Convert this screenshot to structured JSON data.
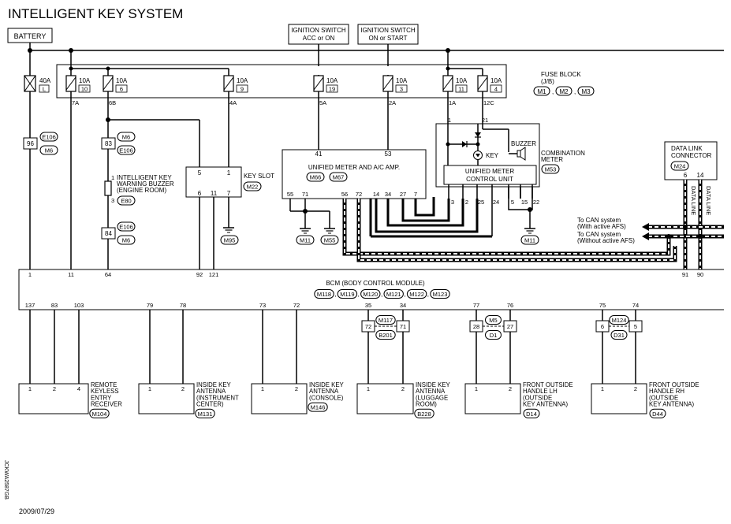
{
  "title": "INTELLIGENT KEY SYSTEM",
  "date": "2009/07/29",
  "image_code": "JCKWA2587GB",
  "sources": {
    "battery": "BATTERY",
    "ign_acc": [
      "IGNITION SWITCH",
      "ACC or ON"
    ],
    "ign_on": [
      "IGNITION SWITCH",
      "ON or START"
    ]
  },
  "fuse_block": {
    "label": [
      "FUSE BLOCK",
      "(J/B)"
    ],
    "connectors": [
      "M1",
      "M2",
      "M3"
    ],
    "fuses": [
      {
        "amp": "40A",
        "id": "L",
        "term": ""
      },
      {
        "amp": "10A",
        "id": "10",
        "term": "7A"
      },
      {
        "amp": "10A",
        "id": "6",
        "term": "6B"
      },
      {
        "amp": "10A",
        "id": "9",
        "term": "4A"
      },
      {
        "amp": "10A",
        "id": "19",
        "term": "5A"
      },
      {
        "amp": "10A",
        "id": "3",
        "term": "2A"
      },
      {
        "amp": "10A",
        "id": "11",
        "term": "1A"
      },
      {
        "amp": "10A",
        "id": "4",
        "term": "12C"
      }
    ]
  },
  "battery_conn": {
    "pin": "96",
    "ids": [
      "E106",
      "M6"
    ]
  },
  "buzzer": {
    "label": [
      "INTELLIGENT KEY",
      "WARNING BUZZER",
      "(ENGINE ROOM)"
    ],
    "conn": "E80",
    "pin_top": "1",
    "pin_bottom": "3",
    "upper_conn": {
      "pin": "83",
      "ids": [
        "M6",
        "E106"
      ]
    },
    "lower_conn": {
      "pin": "84",
      "ids": [
        "E106",
        "M6"
      ]
    }
  },
  "key_slot": {
    "label": "KEY SLOT",
    "conn": "M22",
    "pins": [
      "5",
      "1",
      "6",
      "11",
      "7"
    ],
    "ground": "M95"
  },
  "unified_meter": {
    "label": "UNIFIED METER AND A/C AMP.",
    "conns": [
      "M66",
      "M67"
    ],
    "top_pins": [
      "41",
      "53"
    ],
    "bottom_pins": [
      "55",
      "71",
      "56",
      "72",
      "14",
      "34",
      "27",
      "7"
    ],
    "grounds": [
      "M11",
      "M55"
    ]
  },
  "combination_meter": {
    "label": [
      "COMBINATION",
      "METER"
    ],
    "conn": "M53",
    "buzzer": "BUZZER",
    "key": "KEY",
    "unit": [
      "UNIFIED METER",
      "CONTROL UNIT"
    ],
    "top_pins": [
      "1",
      "21"
    ],
    "bottom_pins": [
      "3",
      "2",
      "25",
      "24",
      "5",
      "15",
      "22"
    ],
    "ground": "M11"
  },
  "dlc": {
    "label": [
      "DATA LINK",
      "CONNECTOR"
    ],
    "conn": "M24",
    "pins": [
      "6",
      "14"
    ],
    "line": "DATA LINE"
  },
  "can": {
    "with_afs": [
      "To CAN system",
      "(With active AFS)"
    ],
    "without_afs": [
      "To CAN system",
      "(Without active AFS)"
    ]
  },
  "bcm": {
    "label": "BCM (BODY CONTROL MODULE)",
    "conns": [
      "M118",
      "M119",
      "M120",
      "M121",
      "M122",
      "M123"
    ],
    "top_pins": [
      "1",
      "11",
      "64",
      "92",
      "121",
      "91",
      "90"
    ],
    "bottom_pins": [
      "137",
      "83",
      "103",
      "79",
      "78",
      "73",
      "72",
      "35",
      "34",
      "77",
      "76",
      "75",
      "74"
    ]
  },
  "joints": [
    {
      "pins": [
        "72",
        "71"
      ],
      "ids": [
        "M117",
        "B201"
      ]
    },
    {
      "pins": [
        "28",
        "27"
      ],
      "ids": [
        "M5",
        "D1"
      ]
    },
    {
      "pins": [
        "6",
        "5"
      ],
      "ids": [
        "M124",
        "D31"
      ]
    }
  ],
  "components": [
    {
      "name": [
        "REMOTE",
        "KEYLESS",
        "ENTRY",
        "RECEIVER"
      ],
      "conn": "M104",
      "pins": [
        "1",
        "2",
        "4"
      ]
    },
    {
      "name": [
        "INSIDE KEY",
        "ANTENNA",
        "(INSTRUMENT",
        "CENTER)"
      ],
      "conn": "M131",
      "pins": [
        "1",
        "2"
      ]
    },
    {
      "name": [
        "INSIDE KEY",
        "ANTENNA",
        "(CONSOLE)"
      ],
      "conn": "M146",
      "pins": [
        "1",
        "2"
      ]
    },
    {
      "name": [
        "INSIDE KEY",
        "ANTENNA",
        "(LUGGAGE",
        "ROOM)"
      ],
      "conn": "B228",
      "pins": [
        "1",
        "2"
      ]
    },
    {
      "name": [
        "FRONT OUTSIDE",
        "HANDLE LH",
        "(OUTSIDE",
        "KEY ANTENNA)"
      ],
      "conn": "D14",
      "pins": [
        "1",
        "2"
      ]
    },
    {
      "name": [
        "FRONT OUTSIDE",
        "HANDLE RH",
        "(OUTSIDE",
        "KEY ANTENNA)"
      ],
      "conn": "D44",
      "pins": [
        "1",
        "2"
      ]
    }
  ]
}
